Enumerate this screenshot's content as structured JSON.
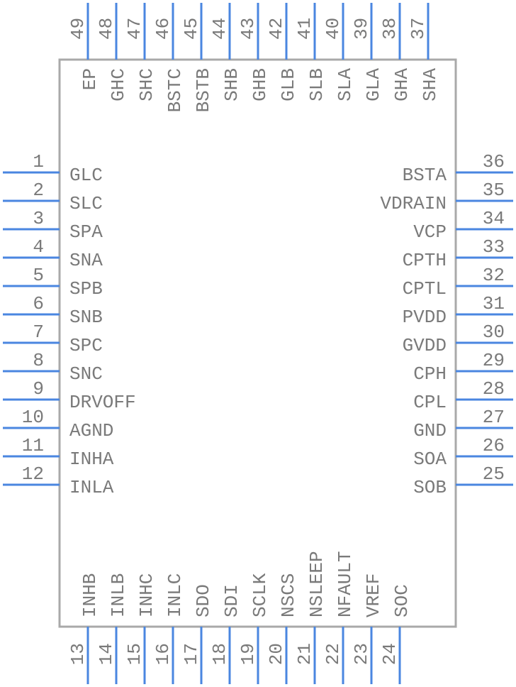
{
  "chip": {
    "left_pins": [
      [
        "1",
        "GLC"
      ],
      [
        "2",
        "SLC"
      ],
      [
        "3",
        "SPA"
      ],
      [
        "4",
        "SNA"
      ],
      [
        "5",
        "SPB"
      ],
      [
        "6",
        "SNB"
      ],
      [
        "7",
        "SPC"
      ],
      [
        "8",
        "SNC"
      ],
      [
        "9",
        "DRVOFF"
      ],
      [
        "10",
        "AGND"
      ],
      [
        "11",
        "INHA"
      ],
      [
        "12",
        "INLA"
      ]
    ],
    "right_pins": [
      [
        "36",
        "BSTA"
      ],
      [
        "35",
        "VDRAIN"
      ],
      [
        "34",
        "VCP"
      ],
      [
        "33",
        "CPTH"
      ],
      [
        "32",
        "CPTL"
      ],
      [
        "31",
        "PVDD"
      ],
      [
        "30",
        "GVDD"
      ],
      [
        "29",
        "CPH"
      ],
      [
        "28",
        "CPL"
      ],
      [
        "27",
        "GND"
      ],
      [
        "26",
        "SOA"
      ],
      [
        "25",
        "SOB"
      ]
    ],
    "top_pins": [
      [
        "49",
        "EP"
      ],
      [
        "48",
        "GHC"
      ],
      [
        "47",
        "SHC"
      ],
      [
        "46",
        "BSTC"
      ],
      [
        "45",
        "BSTB"
      ],
      [
        "44",
        "SHB"
      ],
      [
        "43",
        "GHB"
      ],
      [
        "42",
        "GLB"
      ],
      [
        "41",
        "SLB"
      ],
      [
        "40",
        "SLA"
      ],
      [
        "39",
        "GLA"
      ],
      [
        "38",
        "GHA"
      ],
      [
        "37",
        "SHA"
      ]
    ],
    "bottom_pins": [
      [
        "13",
        "INHB"
      ],
      [
        "14",
        "INLB"
      ],
      [
        "15",
        "INHC"
      ],
      [
        "16",
        "INLC"
      ],
      [
        "17",
        "SDO"
      ],
      [
        "18",
        "SDI"
      ],
      [
        "19",
        "SCLK"
      ],
      [
        "20",
        "NSCS"
      ],
      [
        "21",
        "NSLEEP"
      ],
      [
        "22",
        "NFAULT"
      ],
      [
        "23",
        "VREF"
      ],
      [
        "24",
        "SOC"
      ]
    ]
  }
}
